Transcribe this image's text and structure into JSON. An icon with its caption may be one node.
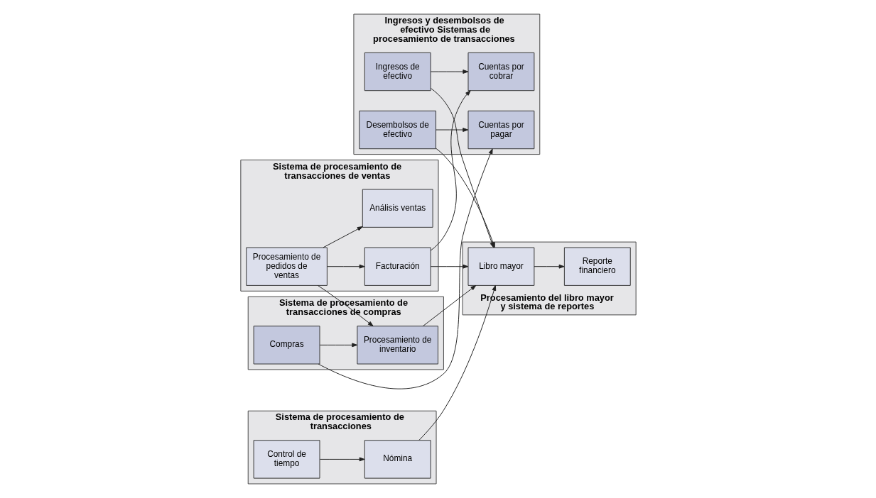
{
  "diagram": {
    "nodes": [
      {
        "text": [
          "Sistema de procesamiento de transacciones de ventas"
        ]
      },
      {
        "text": [
          "Procesamiento de pedidos de ventas"
        ],
        "in": 0
      },
      {
        "text": [
          "Facturación"
        ],
        "in": 0
      },
      {
        "text": [
          "Análisis ventas"
        ],
        "in": 0
      },
      {
        "text": [
          "Ingresos y desembolsos de efectivo Sistemas de procesamiento de transacciones"
        ]
      },
      {
        "text": [
          "Cuentas por cobrar"
        ],
        "in": 4
      },
      {
        "text": [
          "Ingresos de efectivo"
        ],
        "in": 4
      },
      {
        "text": [
          "Cuentas por pagar"
        ],
        "in": 4
      },
      {
        "text": [
          "Desembolsos de efectivo"
        ],
        "in": 4
      },
      {
        "text": [
          "Procesamiento del libro mayor y sistema de reportes"
        ]
      },
      {
        "text": [
          "Libro mayor"
        ],
        "in": 9
      },
      {
        "text": [
          "Reporte financiero"
        ],
        "in": 9
      },
      {
        "text": [
          "Sistema de procesamiento de transacciones de compras"
        ]
      },
      {
        "text": [
          "Compras"
        ],
        "in": 12
      },
      {
        "text": [
          "Procesamiento de inventario"
        ],
        "in": 12
      },
      {
        "text": [
          "Sistema de procesamiento de transacciones"
        ]
      },
      {
        "text": [
          "Nómina"
        ],
        "in": 15
      },
      {
        "text": [
          "Control de tiempo"
        ],
        "in": 15
      }
    ],
    "edges": [
      {
        "from": 1,
        "to": 2,
        "arrow": "to"
      },
      {
        "from": 2,
        "to": 5,
        "arrow": "to"
      },
      {
        "from": 2,
        "to": 10,
        "arrow": "to"
      },
      {
        "from": 1,
        "to": 3,
        "arrow": "to"
      },
      {
        "from": 1,
        "to": 14,
        "arrow": "to"
      },
      {
        "from": 6,
        "to": 5,
        "arrow": "to"
      },
      {
        "from": 6,
        "to": 10,
        "arrow": "to"
      },
      {
        "from": 8,
        "to": 7,
        "arrow": "to"
      },
      {
        "from": 8,
        "to": 10,
        "arrow": "to"
      },
      {
        "from": 14,
        "to": 10,
        "arrow": "to"
      },
      {
        "from": 13,
        "to": 7,
        "arrow": "to"
      },
      {
        "from": 13,
        "to": 14,
        "arrow": "to"
      },
      {
        "from": 17,
        "to": 16,
        "arrow": "to"
      },
      {
        "from": 16,
        "to": 10,
        "arrow": "to"
      },
      {
        "from": 10,
        "to": 11,
        "arrow": "to"
      }
    ]
  }
}
